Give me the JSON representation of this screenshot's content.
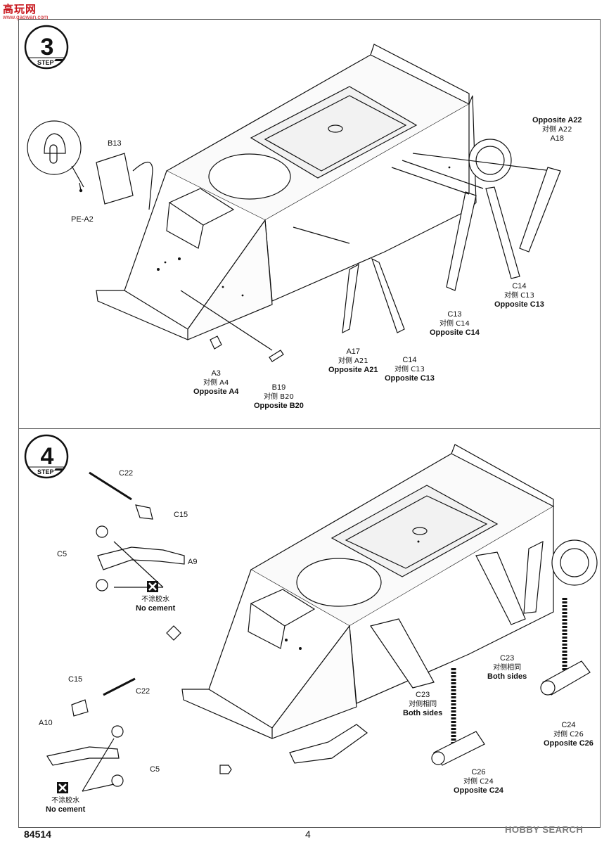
{
  "watermark": {
    "site_cn": "高玩网",
    "site_url": "www.gaowan.com"
  },
  "steps": [
    {
      "number": "3",
      "badge_word": "STEP",
      "labels": {
        "b13": "B13",
        "pe_a2": "PE-A2",
        "a3": {
          "part": "A3",
          "cn": "对侧 A4",
          "en": "Opposite A4"
        },
        "b19": {
          "part": "B19",
          "cn": "对侧 B20",
          "en": "Opposite B20"
        },
        "a17": {
          "part": "A17",
          "cn": "对侧 A21",
          "en": "Opposite A21"
        },
        "c14_left": {
          "part": "C14",
          "cn": "对侧 C13",
          "en": "Opposite C13"
        },
        "c13": {
          "part": "C13",
          "cn": "对侧 C14",
          "en": "Opposite C14"
        },
        "c14_right": {
          "part": "C14",
          "cn": "对侧 C13",
          "en": "Opposite C13"
        },
        "a18": {
          "en": "Opposite A22",
          "cn": "对侧 A22",
          "part": "A18"
        }
      }
    },
    {
      "number": "4",
      "badge_word": "STEP",
      "labels": {
        "c22_top": "C22",
        "c15_top": "C15",
        "c5_top": "C5",
        "a9": "A9",
        "no_cement_top": {
          "cn": "不涂胶水",
          "en": "No cement"
        },
        "c15_bottom": "C15",
        "c22_bottom": "C22",
        "a10": "A10",
        "c5_bottom": "C5",
        "no_cement_bottom": {
          "cn": "不涂胶水",
          "en": "No cement"
        },
        "c23_left": {
          "part": "C23",
          "cn": "对侧相同",
          "en": "Both sides"
        },
        "c23_right": {
          "part": "C23",
          "cn": "对侧相同",
          "en": "Both sides"
        },
        "c26": {
          "part": "C26",
          "cn": "对侧 C24",
          "en": "Opposite C24"
        },
        "c24": {
          "part": "C24",
          "cn": "对侧 C26",
          "en": "Opposite C26"
        }
      }
    }
  ],
  "footer": {
    "kit_code": "84514",
    "page_number": "4",
    "mark": "HOBBY SEARCH"
  }
}
